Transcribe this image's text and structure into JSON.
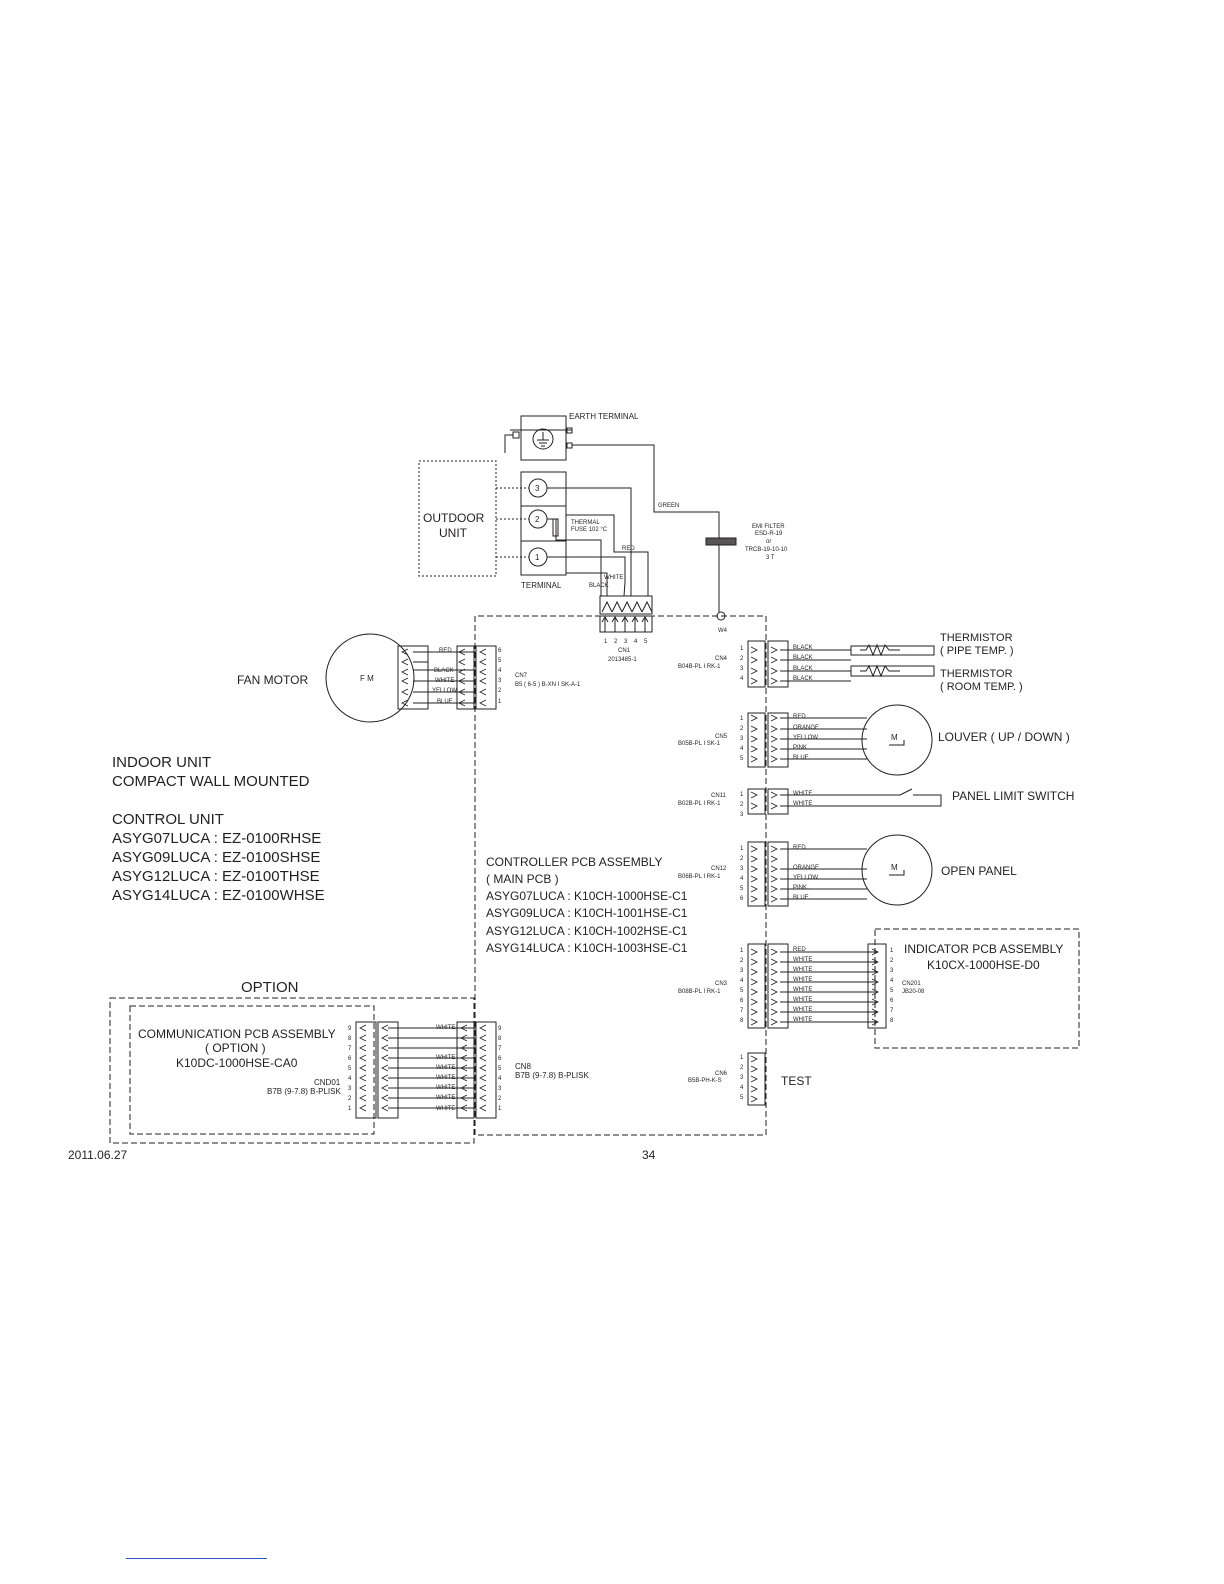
{
  "labels": {
    "earth_terminal": "EARTH TERMINAL",
    "outdoor_unit_1": "OUTDOOR",
    "outdoor_unit_2": "UNIT",
    "terminal": "TERMINAL",
    "terminal_numbers": [
      "3",
      "2",
      "1"
    ],
    "thermal_fuse_1": "THERMAL",
    "thermal_fuse_2": "FUSE 102 °C",
    "emi_filter": [
      "EMI FILTER",
      "ESD-R-19",
      "or",
      "TRCB-19-10-10",
      "3 T"
    ],
    "w4": "W4",
    "cn1": "CN1",
    "cn1_part": "2013485-1",
    "cn1_pins": [
      "1",
      "2",
      "3",
      "4",
      "5"
    ],
    "fan_motor": "FAN MOTOR",
    "fm": "F M",
    "cn7": "CN7",
    "cn7_part": "B5 ( 6-5 ) B-XN I SK-A-1",
    "indoor_unit": "INDOOR UNIT",
    "compact_wall": "COMPACT WALL MOUNTED",
    "control_unit": "CONTROL UNIT",
    "control_models": [
      "ASYG07LUCA : EZ-0100RHSE",
      "ASYG09LUCA : EZ-0100SHSE",
      "ASYG12LUCA : EZ-0100THSE",
      "ASYG14LUCA : EZ-0100WHSE"
    ],
    "controller_pcb": "CONTROLLER PCB ASSEMBLY",
    "main_pcb": "( MAIN PCB )",
    "pcb_models": [
      "ASYG07LUCA : K10CH-1000HSE-C1",
      "ASYG09LUCA : K10CH-1001HSE-C1",
      "ASYG12LUCA : K10CH-1002HSE-C1",
      "ASYG14LUCA : K10CH-1003HSE-C1"
    ],
    "cn4": "CN4",
    "cn4_part": "B04B-PL I RK-1",
    "cn5": "CN5",
    "cn5_part": "B05B-PL I SK-1",
    "cn11": "CN11",
    "cn11_part": "B02B-PL I RK-1",
    "cn12": "CN12",
    "cn12_part": "B06B-PL I RK-1",
    "cn3": "CN3",
    "cn3_part": "B08B-PL I RK-1",
    "cn6": "CN6",
    "cn6_part": "B5B-PH-K-S",
    "cn8": "CN8",
    "cn8_part": "B7B (9-7.8) B-PLISK",
    "thermistor_pipe_1": "THERMISTOR",
    "thermistor_pipe_2": "( PIPE TEMP. )",
    "thermistor_room_1": "THERMISTOR",
    "thermistor_room_2": "( ROOM TEMP. )",
    "louver": "LOUVER ( UP / DOWN )",
    "panel_limit": "PANEL LIMIT SWITCH",
    "open_panel": "OPEN PANEL",
    "m": "M",
    "indicator_pcb": "INDICATOR PCB ASSEMBLY",
    "indicator_part": "K10CX-1000HSE-D0",
    "cn201": "CN201",
    "cn201_part": "JB20-08",
    "test": "TEST",
    "option": "OPTION",
    "comm_pcb": "COMMUNICATION PCB ASSEMBLY",
    "comm_option": "( OPTION )",
    "comm_part": "K10DC-1000HSE-CA0",
    "cnd01": "CND01",
    "cnd01_part": "B7B (9-7.8) B-PLISK"
  },
  "wires": {
    "green": "GREEN",
    "red": "RED",
    "white": "WHITE",
    "black": "BLACK",
    "fan": [
      "RED",
      "BLACK",
      "WHITE",
      "YELLOW",
      "BLUE"
    ],
    "fan_pins": [
      "6",
      "5",
      "4",
      "3",
      "2",
      "1"
    ],
    "cn4": [
      "BLACK",
      "BLACK",
      "BLACK",
      "BLACK"
    ],
    "cn4_pins": [
      "1",
      "2",
      "3",
      "4"
    ],
    "cn5": [
      "RED",
      "ORANGE",
      "YELLOW",
      "PINK",
      "BLUE"
    ],
    "cn5_pins": [
      "1",
      "2",
      "3",
      "4",
      "5"
    ],
    "cn11": [
      "WHITE",
      "WHITE"
    ],
    "cn11_pins": [
      "1",
      "2",
      "3"
    ],
    "cn12": [
      "RED",
      "",
      "ORANGE",
      "YELLOW",
      "PINK",
      "BLUE"
    ],
    "cn12_pins": [
      "1",
      "2",
      "3",
      "4",
      "5",
      "6"
    ],
    "cn3": [
      "RED",
      "WHITE",
      "WHITE",
      "WHITE",
      "WHITE",
      "WHITE",
      "WHITE",
      "WHITE"
    ],
    "cn3_pins": [
      "1",
      "2",
      "3",
      "4",
      "5",
      "6",
      "7",
      "8"
    ],
    "cn6_pins": [
      "1",
      "2",
      "3",
      "4",
      "5"
    ],
    "cn8": [
      "WHITE",
      "",
      "",
      "WHITE",
      "WHITE",
      "WHITE",
      "WHITE",
      "WHITE",
      "WHITE"
    ],
    "cn8_pins": [
      "9",
      "8",
      "7",
      "6",
      "5",
      "4",
      "3",
      "2",
      "1"
    ]
  },
  "footer": {
    "date": "2011.06.27",
    "page": "34"
  }
}
